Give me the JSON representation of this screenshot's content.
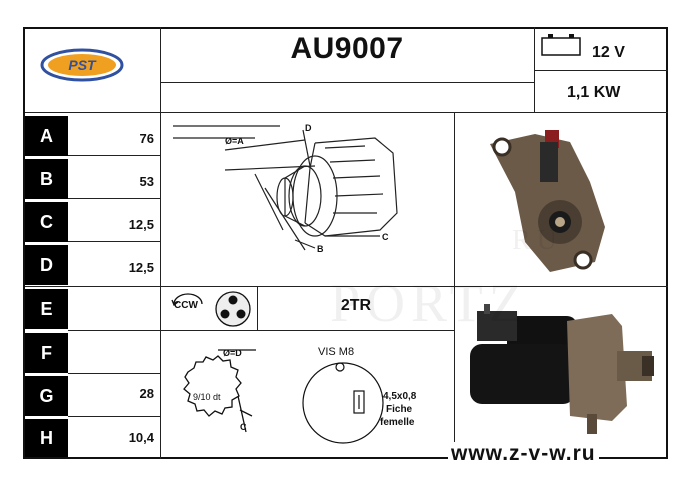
{
  "header": {
    "logo_text": "PST",
    "part_number": "AU9007",
    "voltage": "12 V",
    "power": "1,1 KW"
  },
  "dimensions": [
    {
      "letter": "A",
      "value": "76"
    },
    {
      "letter": "B",
      "value": "53"
    },
    {
      "letter": "C",
      "value": "12,5"
    },
    {
      "letter": "D",
      "value": "12,5"
    },
    {
      "letter": "E",
      "value": ""
    },
    {
      "letter": "F",
      "value": ""
    },
    {
      "letter": "G",
      "value": "28"
    },
    {
      "letter": "H",
      "value": "10,4"
    }
  ],
  "drawing_labels": {
    "diameter_a": "Ø=A",
    "d": "D",
    "c": "C",
    "b": "B",
    "diameter_d": "Ø=D",
    "teeth": "9/10 dt",
    "gear_c": "C"
  },
  "rotation": "CCW",
  "code": "2TR",
  "connector": {
    "screw": "VIS M8",
    "size": "4,5x0,8",
    "type_line1": "Fiche",
    "type_line2": "femelle"
  },
  "website": "www.z-v-w.ru",
  "watermark": {
    "text": "PORTZ",
    "suffix": "RU"
  },
  "colors": {
    "line": "#222222",
    "letter_bg": "#000000",
    "logo_orange": "#f0a020",
    "logo_blue": "#3050a0"
  }
}
